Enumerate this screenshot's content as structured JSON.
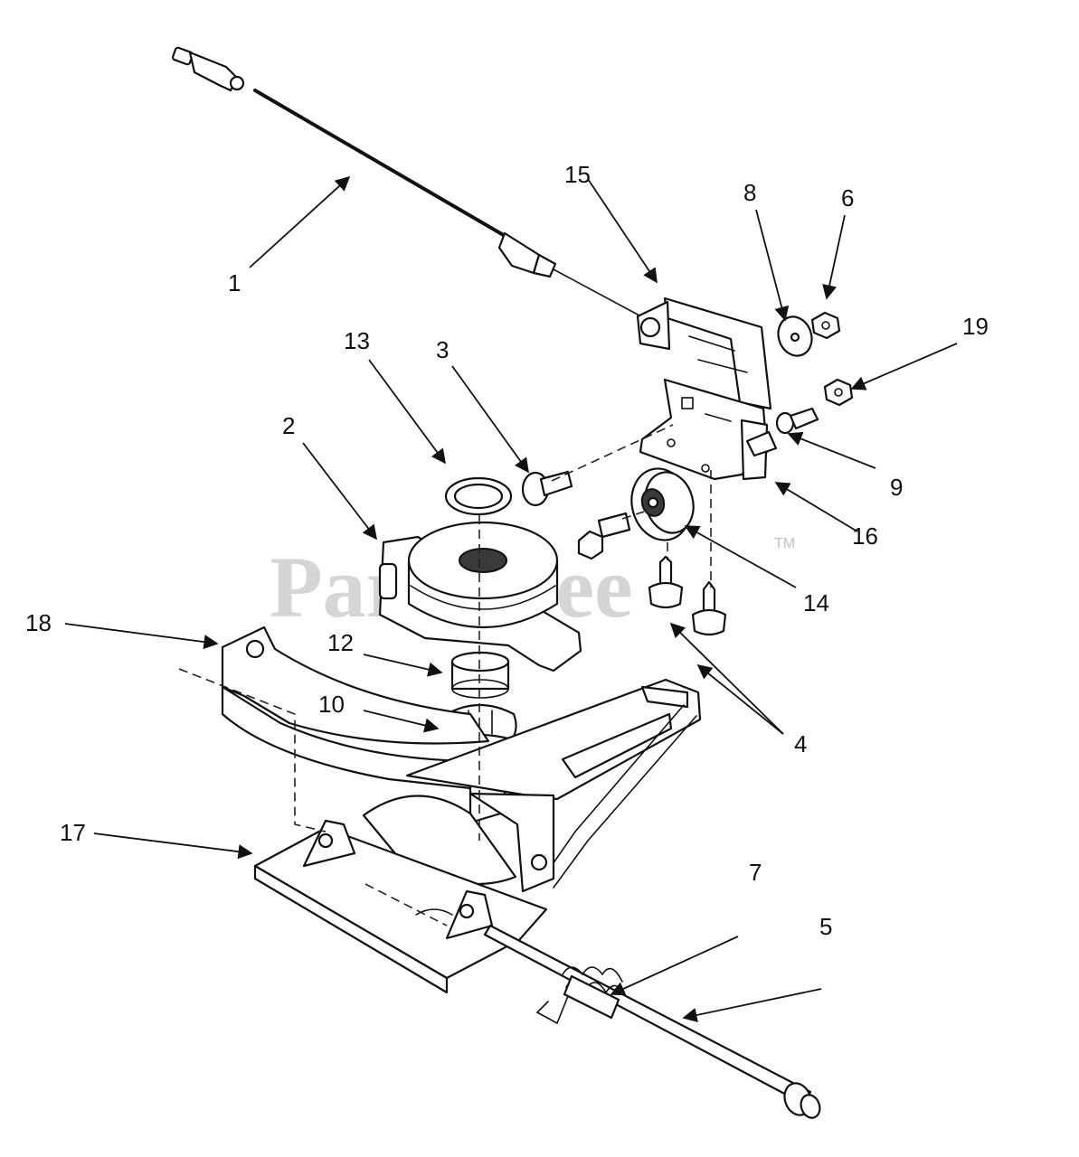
{
  "watermark": {
    "text": "PartsTree",
    "trademark": "TM"
  },
  "callouts": [
    {
      "id": "1",
      "label": "1"
    },
    {
      "id": "2",
      "label": "2"
    },
    {
      "id": "3",
      "label": "3"
    },
    {
      "id": "4",
      "label": "4"
    },
    {
      "id": "5",
      "label": "5"
    },
    {
      "id": "6",
      "label": "6"
    },
    {
      "id": "7",
      "label": "7"
    },
    {
      "id": "8",
      "label": "8"
    },
    {
      "id": "9",
      "label": "9"
    },
    {
      "id": "10",
      "label": "10"
    },
    {
      "id": "12",
      "label": "12"
    },
    {
      "id": "13",
      "label": "13"
    },
    {
      "id": "14",
      "label": "14"
    },
    {
      "id": "15",
      "label": "15"
    },
    {
      "id": "16",
      "label": "16"
    },
    {
      "id": "17",
      "label": "17"
    },
    {
      "id": "18",
      "label": "18"
    },
    {
      "id": "19",
      "label": "19"
    }
  ]
}
